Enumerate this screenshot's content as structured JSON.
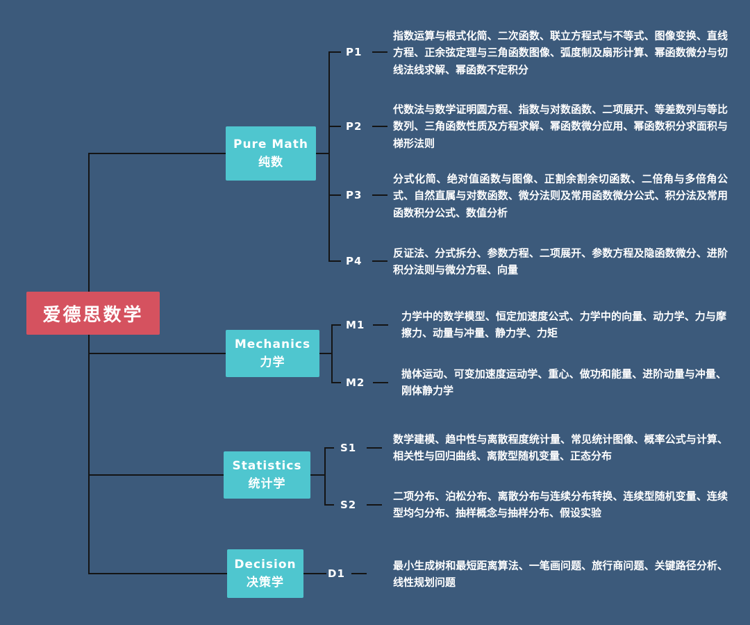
{
  "root": {
    "label": "爱德思数学"
  },
  "colors": {
    "background": "#3C5A7B",
    "root_node": "#D5525F",
    "branch_node": "#4FC6CF",
    "connector": "#141414",
    "text": "#FFFFFF"
  },
  "branches": [
    {
      "title": "Pure Math",
      "subtitle": "纯数",
      "children": [
        {
          "code": "P1",
          "text": "指数运算与根式化简、二次函数、联立方程式与不等式、图像变换、直线方程、正余弦定理与三角函数图像、弧度制及扇形计算、幂函数微分与切线法线求解、幂函数不定积分"
        },
        {
          "code": "P2",
          "text": "代数法与数学证明圆方程、指数与对数函数、二项展开、等差数列与等比数列、三角函数性质及方程求解、幂函数微分应用、幂函数积分求面积与梯形法则"
        },
        {
          "code": "P3",
          "text": "分式化简、绝对值函数与图像、正割余割余切函数、二倍角与多倍角公式、自然直属与对数函数、微分法则及常用函数微分公式、积分法及常用函数积分公式、数值分析"
        },
        {
          "code": "P4",
          "text": "反证法、分式拆分、参数方程、二项展开、参数方程及隐函数微分、进阶积分法则与微分方程、向量"
        }
      ]
    },
    {
      "title": "Mechanics",
      "subtitle": "力学",
      "children": [
        {
          "code": "M1",
          "text": "力学中的数学模型、恒定加速度公式、力学中的向量、动力学、力与摩擦力、动量与冲量、静力学、力矩"
        },
        {
          "code": "M2",
          "text": "抛体运动、可变加速度运动学、重心、做功和能量、进阶动量与冲量、刚体静力学"
        }
      ]
    },
    {
      "title": "Statistics",
      "subtitle": "统计学",
      "children": [
        {
          "code": "S1",
          "text": "数学建模、趋中性与离散程度统计量、常见统计图像、概率公式与计算、相关性与回归曲线、离散型随机变量、正态分布"
        },
        {
          "code": "S2",
          "text": "二项分布、泊松分布、离散分布与连续分布转换、连续型随机变量、连续型均匀分布、抽样概念与抽样分布、假设实验"
        }
      ]
    },
    {
      "title": "Decision",
      "subtitle": "决策学",
      "children": [
        {
          "code": "D1",
          "text": "最小生成树和最短距离算法、一笔画问题、旅行商问题、关键路径分析、线性规划问题"
        }
      ]
    }
  ]
}
